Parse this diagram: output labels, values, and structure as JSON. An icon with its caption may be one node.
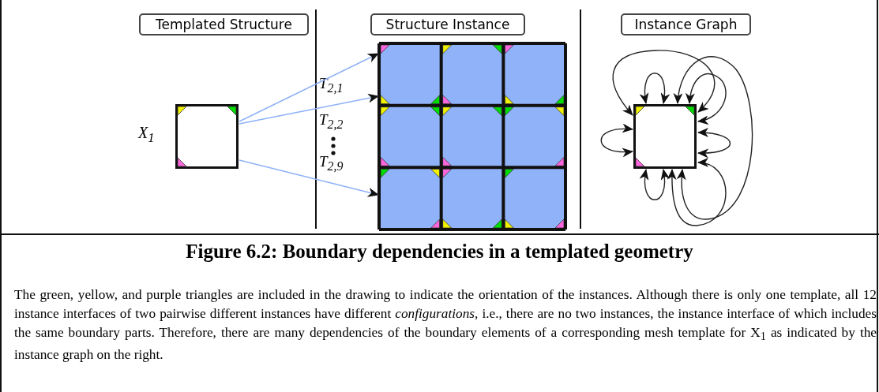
{
  "diagram": {
    "title": "Figure 6.2: Boundary dependencies in a templated geometry",
    "caption": "The green, yellow, and purple triangles are included in the drawing to indicate the orientation of the instances. Although there is only one template, all 12 instance interfaces of two pairwise different instances have different *configurations*, i.e., there are no two instances, the instance interface of which includes the same boundary parts. Therefore, there are many dependencies of the boundary elements of a corresponding mesh template for X$_{1}$ as indicated by the instance graph on the right.",
    "nodes": [
      {
        "text": [
          "Templated Structure"
        ]
      },
      {
        "text": [
          "Structure Instance"
        ]
      },
      {
        "text": [
          "Instance Graph"
        ]
      },
      {
        "text": [],
        "shape": "box",
        "beside": [
          "X$_{1}$"
        ]
      },
      {
        "text": [],
        "shape": "box"
      },
      {
        "text": [],
        "shape": "box"
      }
    ],
    "edges": [
      {
        "from": 3,
        "to": 4,
        "arrow": "to",
        "color": "#8fb2f8"
      },
      {
        "from": 3,
        "to": 4,
        "arrow": "to",
        "color": "#8fb2f8"
      },
      {
        "from": 3,
        "to": 4,
        "arrow": "to",
        "color": "#8fb2f8"
      },
      {
        "from": 5,
        "to": 5,
        "arrow": "both"
      },
      {
        "from": 5,
        "to": 5,
        "arrow": "both"
      },
      {
        "from": 5,
        "to": 5,
        "arrow": "both"
      },
      {
        "from": 5,
        "to": 5,
        "arrow": "both"
      },
      {
        "from": 5,
        "to": 5,
        "arrow": "both"
      },
      {
        "from": 5,
        "to": 5,
        "arrow": "both"
      },
      {
        "from": 5,
        "to": 5,
        "arrow": "both"
      },
      {
        "from": 5,
        "to": 5,
        "arrow": "both"
      }
    ],
    "labels": [
      "T$_{2,1}$",
      "T$_{2,2}$",
      "T$_{2,9}$"
    ]
  }
}
